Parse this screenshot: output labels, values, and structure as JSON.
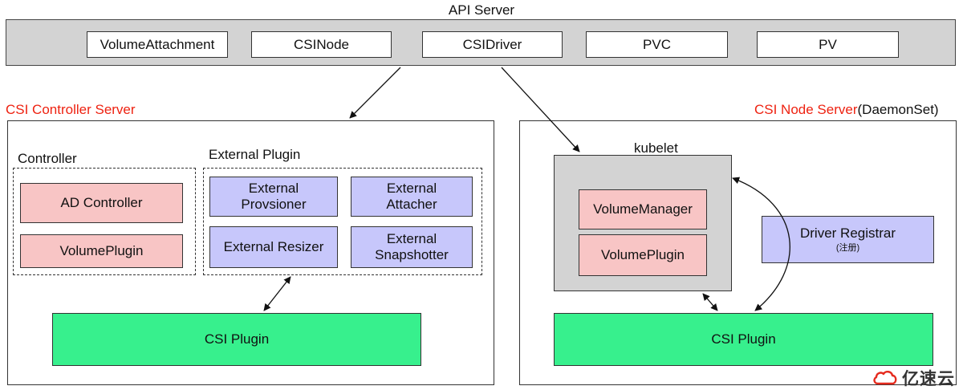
{
  "api_server": {
    "title": "API Server",
    "resources": [
      "VolumeAttachment",
      "CSINode",
      "CSIDriver",
      "PVC",
      "PV"
    ]
  },
  "controller_server": {
    "title": "CSI Controller Server",
    "controller_group": {
      "label": "Controller",
      "items": [
        "AD Controller",
        "VolumePlugin"
      ]
    },
    "external_group": {
      "label": "External Plugin",
      "items": [
        "External\nProvsioner",
        "External\nAttacher",
        "External Resizer",
        "External\nSnapshotter"
      ]
    },
    "plugin": "CSI Plugin"
  },
  "node_server": {
    "title": "CSI Node Server",
    "title_suffix": "(DaemonSet)",
    "kubelet": {
      "label": "kubelet",
      "items": [
        "VolumeManager",
        "VolumePlugin"
      ]
    },
    "registrar": {
      "label": "Driver Registrar",
      "sublabel": "(注册)"
    },
    "plugin": "CSI Plugin"
  },
  "watermark": {
    "text": "亿速云"
  },
  "colors": {
    "title_red": "#ee2211",
    "pink": "#f8c5c5",
    "blue": "#c7c7fb",
    "green": "#37f08d",
    "grey": "#d3d3d3"
  }
}
